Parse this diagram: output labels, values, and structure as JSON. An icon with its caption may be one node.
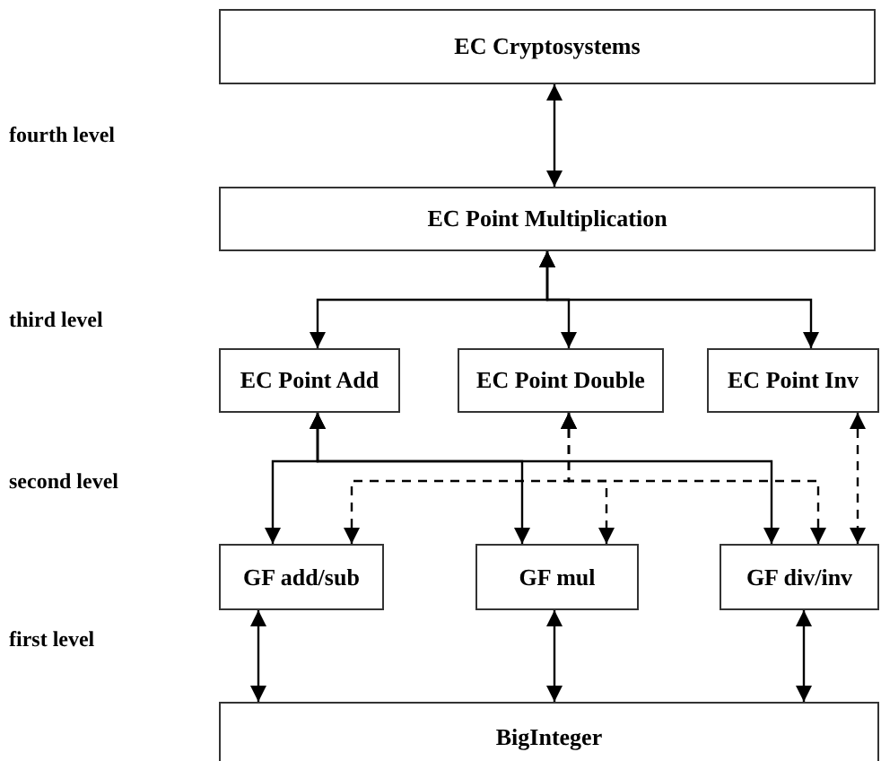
{
  "diagram": {
    "nodes": [
      {
        "text": [
          "EC Cryptosystems"
        ]
      },
      {
        "text": [
          "EC Point Multiplication"
        ]
      },
      {
        "text": [
          "EC Point Add"
        ]
      },
      {
        "text": [
          "EC Point Double"
        ]
      },
      {
        "text": [
          "EC Point Inv"
        ]
      },
      {
        "text": [
          "GF add/sub"
        ]
      },
      {
        "text": [
          "GF mul"
        ]
      },
      {
        "text": [
          "GF div/inv"
        ]
      },
      {
        "text": [
          "BigInteger"
        ]
      }
    ],
    "edges": [
      {
        "from": 0,
        "to": 1,
        "arrow": "both"
      },
      {
        "from": 1,
        "to": 2,
        "arrow": "both"
      },
      {
        "from": 1,
        "to": 3,
        "arrow": "both"
      },
      {
        "from": 1,
        "to": 4,
        "arrow": "both"
      },
      {
        "from": 2,
        "to": 5,
        "arrow": "both"
      },
      {
        "from": 2,
        "to": 6,
        "arrow": "both"
      },
      {
        "from": 2,
        "to": 7,
        "arrow": "both"
      },
      {
        "from": 3,
        "to": 5,
        "arrow": "both",
        "style": "dashed"
      },
      {
        "from": 3,
        "to": 6,
        "arrow": "both",
        "style": "dashed"
      },
      {
        "from": 3,
        "to": 7,
        "arrow": "both",
        "style": "dashed"
      },
      {
        "from": 4,
        "to": 7,
        "arrow": "both",
        "style": "dashed"
      },
      {
        "from": 5,
        "to": 8,
        "arrow": "both"
      },
      {
        "from": 6,
        "to": 8,
        "arrow": "both"
      },
      {
        "from": 7,
        "to": 8,
        "arrow": "both"
      }
    ],
    "labels": [
      "fourth level",
      "third level",
      "second level",
      "first level"
    ]
  }
}
